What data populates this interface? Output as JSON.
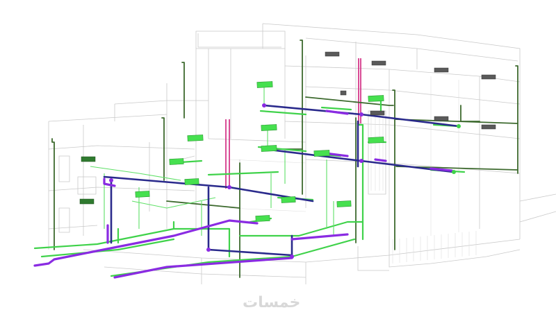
{
  "watermark": {
    "text": "خمسات"
  },
  "legend_colors": {
    "supply_pipe": "#3fd24a",
    "riser_pipe": "#3d6a2e",
    "drain_pipe": "#8a2be2",
    "main_pipe": "#2a2a8c",
    "vent_pipe": "#d5398b",
    "building_outline": "#c9c9c9"
  },
  "icons": [
    "green-equipment-unit",
    "dark-equipment-unit",
    "pipe-riser"
  ]
}
